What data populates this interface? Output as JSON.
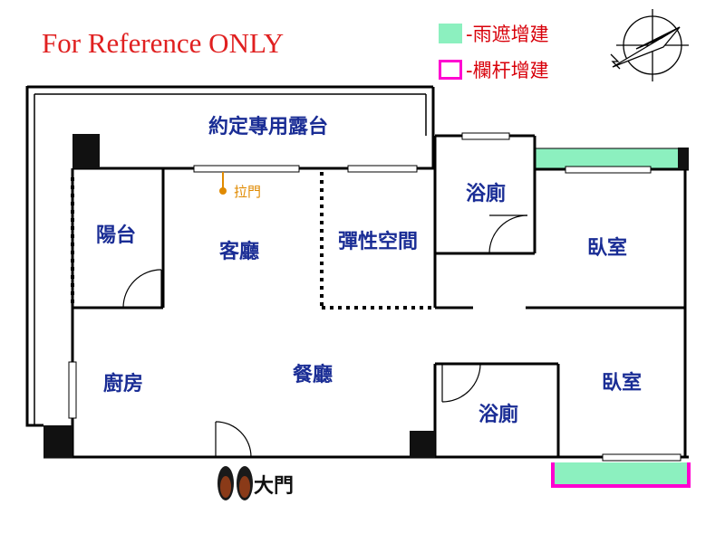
{
  "watermark": "For Reference ONLY",
  "legend": {
    "rain_cover": "-雨遮增建",
    "railing": "-欄杆增建",
    "rain_cover_color": "#8cf0bf",
    "railing_color": "#ff00d0"
  },
  "rooms": {
    "terrace": "約定專用露台",
    "balcony": "陽台",
    "living_room": "客廳",
    "flex_space": "彈性空間",
    "bathroom_top": "浴廁",
    "bedroom_top": "臥室",
    "kitchen": "廚房",
    "dining_room": "餐廳",
    "bathroom_bottom": "浴廁",
    "bedroom_bottom": "臥室"
  },
  "labels": {
    "sliding_door": "拉門",
    "main_door": "大門"
  },
  "icons": {
    "compass": "compass-rose-icon",
    "shoes": "shoes-icon"
  },
  "colors": {
    "wall": "#000000",
    "room_label": "#1a2d95",
    "watermark": "#e02020",
    "sliding_door_label": "#e08a00"
  }
}
